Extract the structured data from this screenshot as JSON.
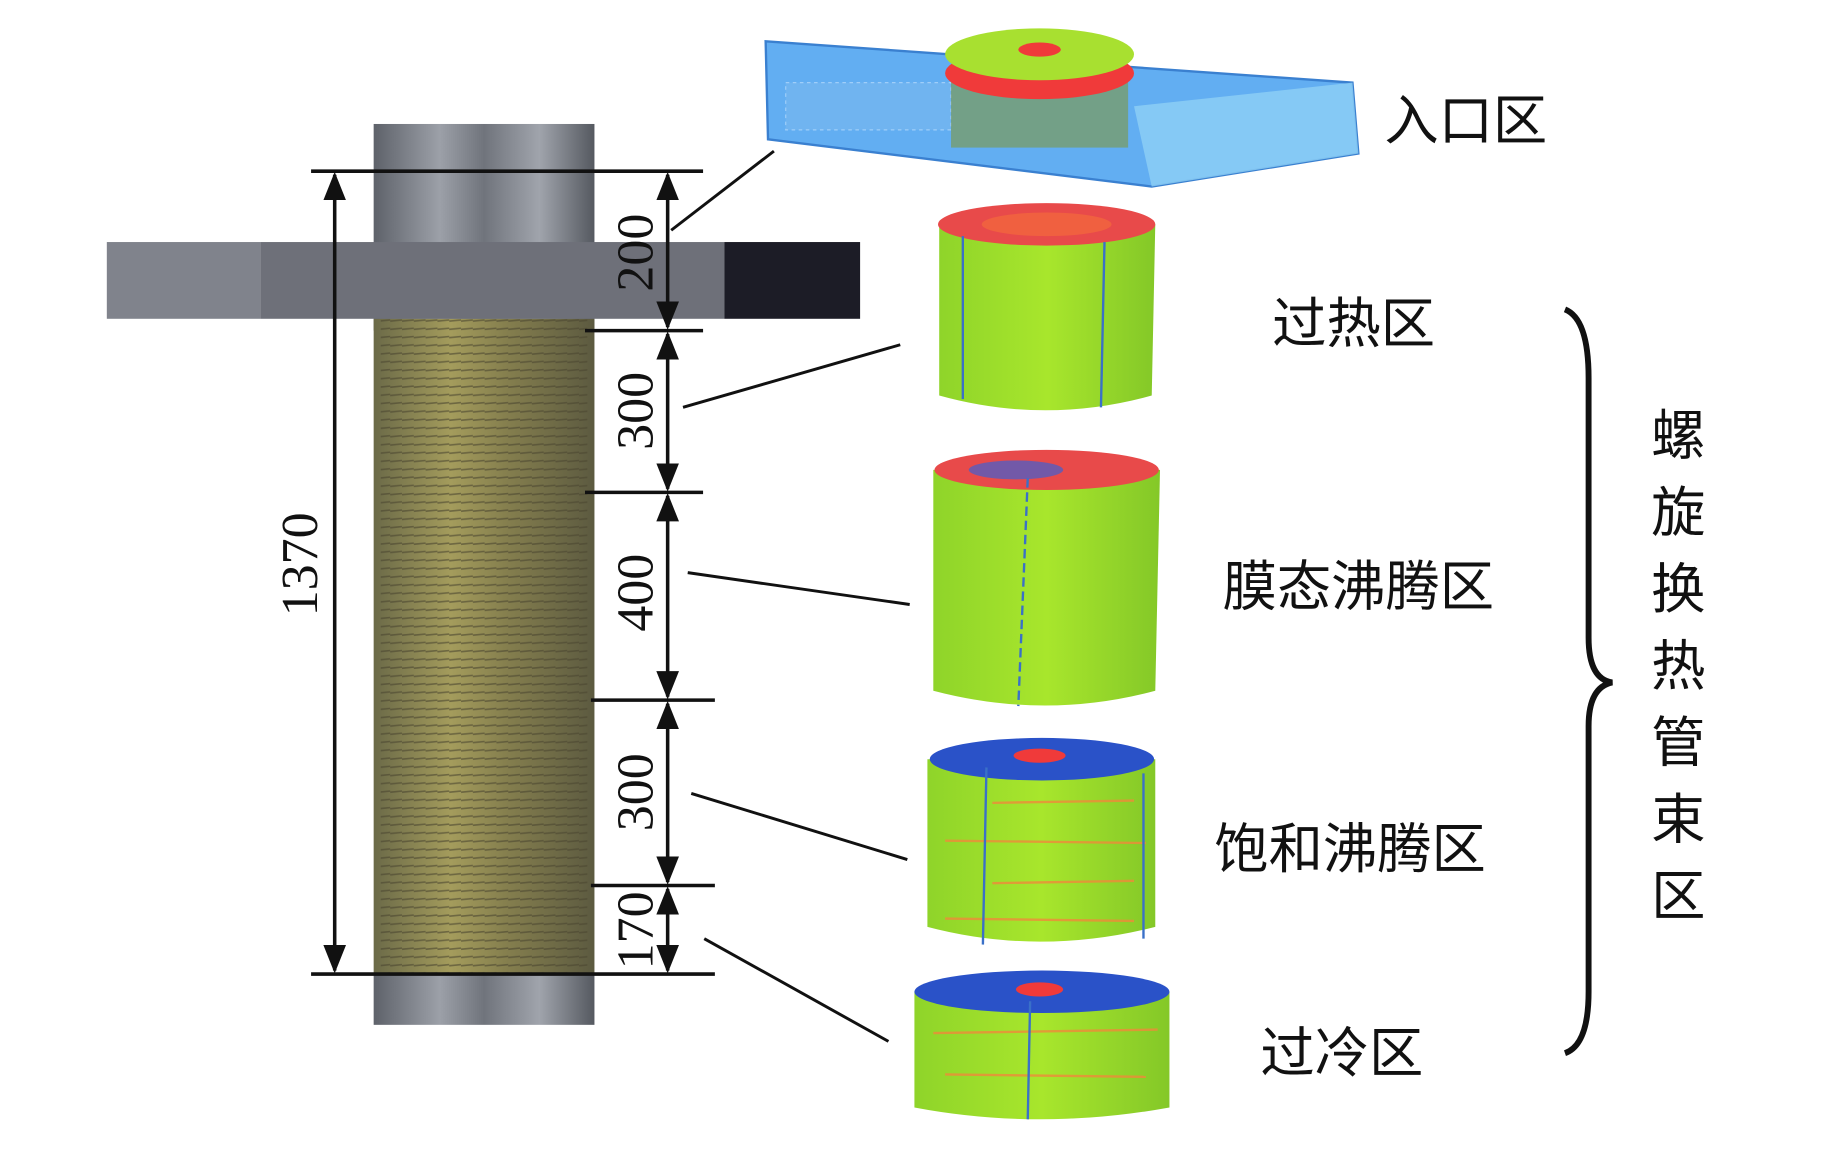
{
  "dimensions": {
    "total": "1370",
    "segments": [
      "200",
      "300",
      "400",
      "300",
      "170"
    ]
  },
  "zones": {
    "inlet": "入口区",
    "superheat": "过热区",
    "film_boiling": "膜态沸腾区",
    "saturated_boiling": "饱和沸腾区",
    "subcooled": "过冷区"
  },
  "group_label": [
    "螺",
    "旋",
    "换",
    "热",
    "管",
    "束",
    "区"
  ],
  "colors": {
    "tube": "#7a7e86",
    "coil": "#8a8450",
    "contour_green": "#9be02a",
    "contour_red": "#f03a3a",
    "contour_blue": "#2a52c8",
    "inlet_blue": "#5aa8f0"
  }
}
